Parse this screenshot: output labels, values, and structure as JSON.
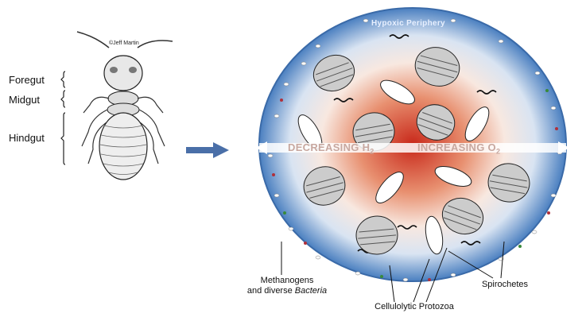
{
  "termite": {
    "copyright": "©Jeff Martin",
    "regions": [
      "Foregut",
      "Midgut",
      "Hindgut"
    ]
  },
  "gut_section": {
    "periphery_label": "Hypoxic Periphery",
    "gradient_left": "DECREASING H",
    "gradient_left_sub": "2",
    "gradient_right": "INCREASING O",
    "gradient_right_sub": "2",
    "annotations": {
      "methanogens_line1": "Methanogens",
      "methanogens_line2_prefix": "and diverse ",
      "methanogens_line2_italic": "Bacteria",
      "spirochetes": "Spirochetes",
      "protozoa": "Cellulolytic Protozoa"
    },
    "colors": {
      "periphery": "#4a7fc0",
      "core": "#c83a1e",
      "arrow": "#4a6fa8"
    }
  }
}
